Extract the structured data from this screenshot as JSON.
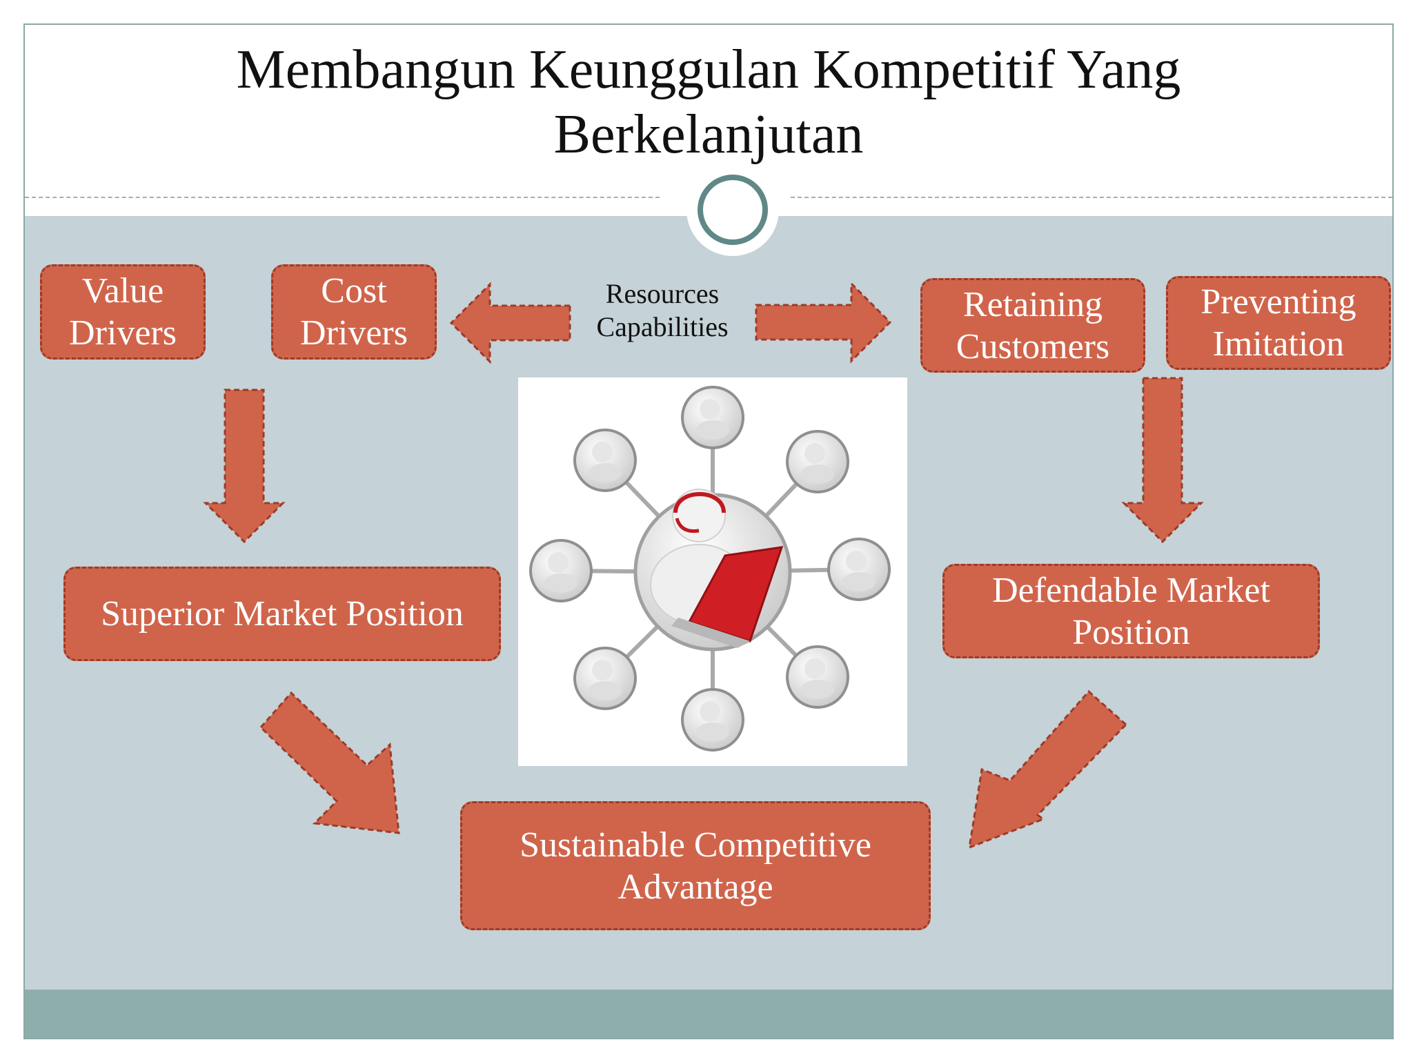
{
  "slide": {
    "title_line1": "Membangun Keunggulan Kompetitif Yang",
    "title_line2": "Berkelanjutan"
  },
  "center": {
    "resources_label": "Resources\nCapabilities"
  },
  "boxes": {
    "value_drivers": "Value\nDrivers",
    "cost_drivers": "Cost\nDrivers",
    "retaining_customers": "Retaining\nCustomers",
    "preventing_imitation": "Preventing\nImitation",
    "superior_market_position": "Superior Market Position",
    "defendable_market_position": "Defendable Market\nPosition",
    "sustainable_competitive_advantage": "Sustainable Competitive\nAdvantage"
  },
  "colors": {
    "box_fill": "#d0644b",
    "box_border": "#9c3b28",
    "body_background": "#c5d2d7",
    "footer_band": "#8eaeab",
    "accent_circle": "#5f8886",
    "laptop_red": "#d01f24"
  },
  "icons": {
    "center_image": "customer-network-illustration"
  }
}
